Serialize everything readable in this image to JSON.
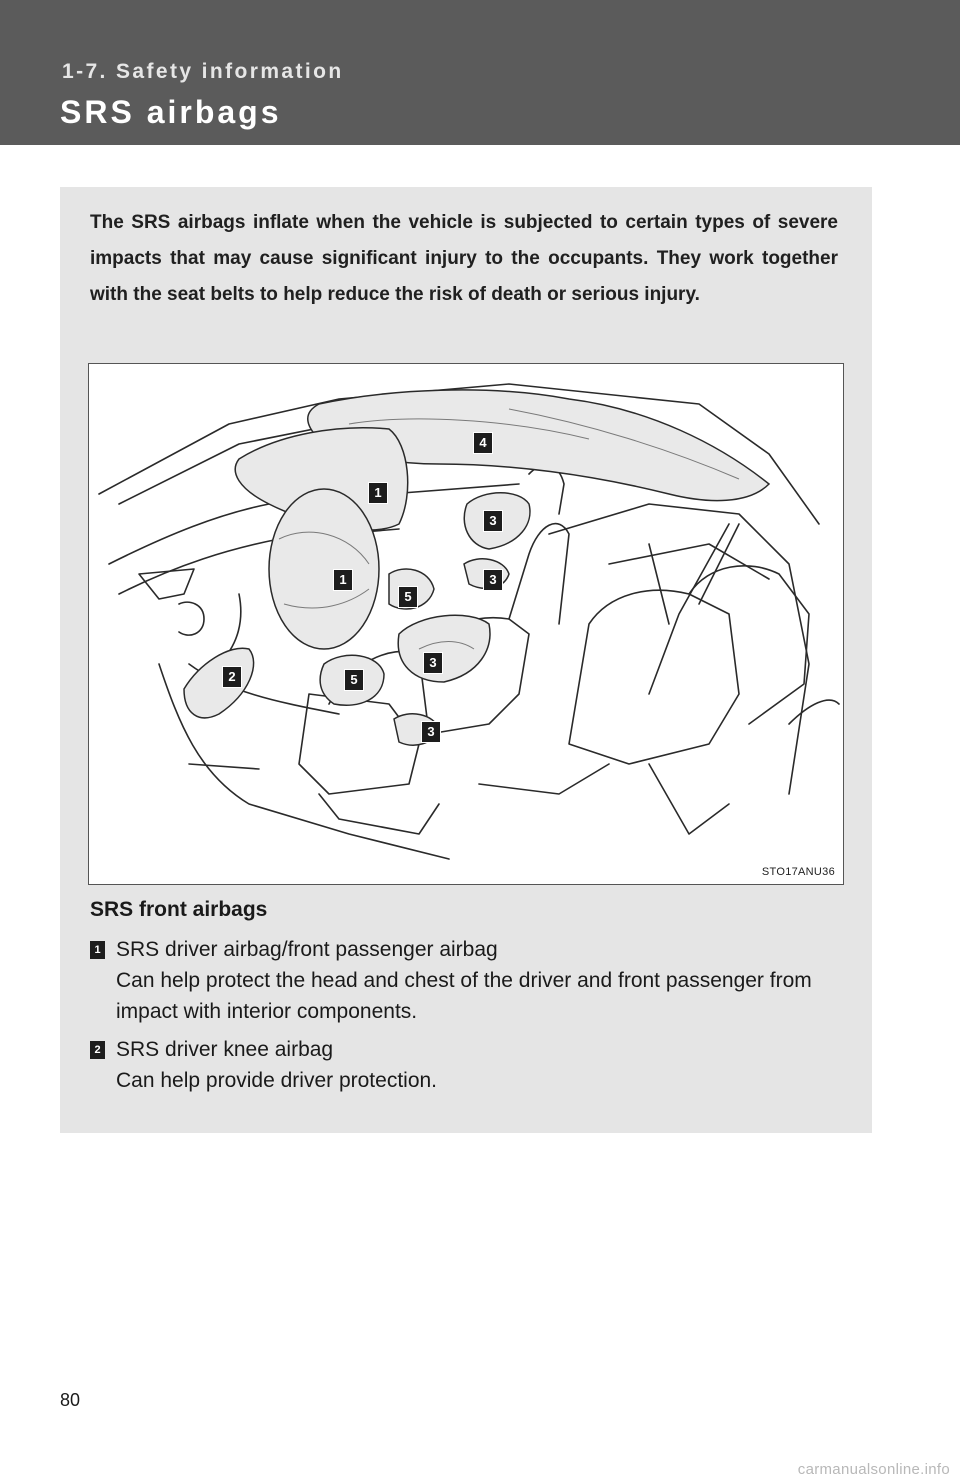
{
  "header": {
    "section": "1-7. Safety information",
    "title": "SRS airbags"
  },
  "intro": "The SRS airbags inflate when the vehicle is subjected to certain types of severe impacts that may cause significant injury to the occupants. They work together with the seat belts to help reduce the risk of death or serious injury.",
  "figure": {
    "code": "STO17ANU36",
    "callouts": [
      "4",
      "1",
      "3",
      "1",
      "3",
      "5",
      "3",
      "2",
      "5",
      "3"
    ]
  },
  "front_airbags": {
    "heading": "SRS front airbags",
    "items": [
      {
        "number": "1",
        "title": "SRS driver airbag/front passenger airbag",
        "description": "Can help protect the head and chest of the driver and front passenger from impact with interior components."
      },
      {
        "number": "2",
        "title": "SRS driver knee airbag",
        "description": "Can help provide driver protection."
      }
    ]
  },
  "page_number": "80",
  "watermark": "carmanualsonline.info",
  "colors": {
    "header_bg": "#5b5b5b",
    "panel_bg": "#e5e5e5",
    "callout_bg": "#1d1d1d"
  }
}
